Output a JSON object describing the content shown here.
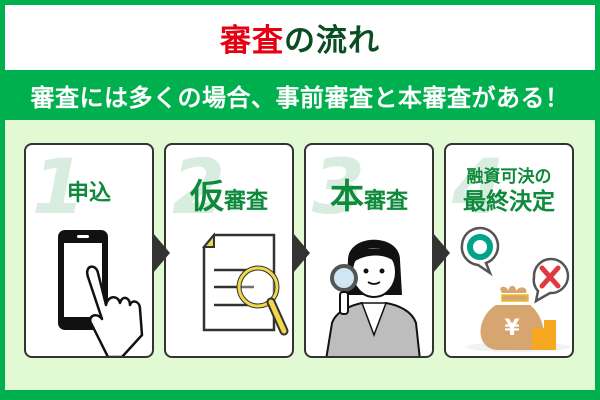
{
  "title": {
    "highlight": "審査",
    "rest": "の流れ",
    "highlight_color": "#e60012",
    "rest_color": "#0a4d22"
  },
  "subtitle": "審査には多くの場合、事前審査と本審査がある！",
  "colors": {
    "frame_green": "#00b04f",
    "content_bg": "#e2fad3",
    "label_green": "#0d8a3a",
    "card_border": "#333333"
  },
  "steps": [
    {
      "number": "1",
      "label": "申込",
      "icon": "smartphone-tap-icon"
    },
    {
      "number": "2",
      "label_big": "仮",
      "label_small": "審査",
      "icon": "document-magnifier-icon"
    },
    {
      "number": "3",
      "label_big": "本",
      "label_small": "審査",
      "icon": "woman-with-magnifier-icon"
    },
    {
      "number": "4",
      "label_line1": "融資可決の",
      "label_line2": "最終決定",
      "icon": "approve-reject-moneybag-icon"
    }
  ],
  "step4_icons": {
    "approve_symbol": "○",
    "reject_symbol": "×",
    "currency_symbol": "¥"
  }
}
